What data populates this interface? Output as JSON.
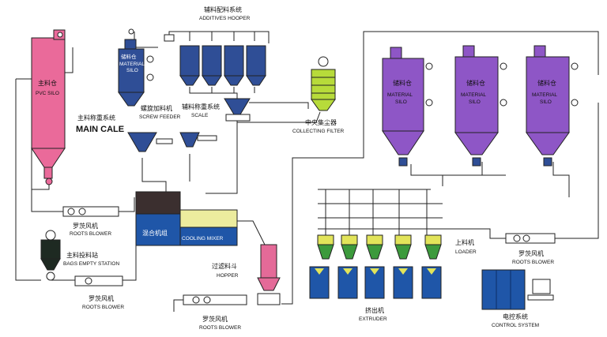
{
  "colors": {
    "pvc_silo": "#ea6a9a",
    "material_silo": "#8e56c6",
    "additive_silo": "#2f4e96",
    "hopper_yellow": "#b7db3a",
    "mixer_blue": "#1f56a8",
    "mixer_dark": "#3b2f2f",
    "cooling_yellow": "#ecec9e",
    "loader_yellow": "#e2e45a",
    "loader_green": "#3c9a3c",
    "extruder_blue": "#1f56a8",
    "hopper_pink": "#e46a98",
    "bag_station": "#1e2a22",
    "control_blue": "#1f56a8"
  },
  "labels": {
    "additives_cn": "辅料配料系统",
    "additives_en": "ADDITIVES HOOPER",
    "pvc_silo_cn": "主料仓",
    "pvc_silo_en": "PVC SILO",
    "silo_small_cn": "储料仓",
    "silo_small_en_1": "MATERIAL",
    "silo_small_en_2": "SILO",
    "main_scale_cn": "主料称重系统",
    "main_scale_en": "MAIN CALE",
    "screw_feeder_cn": "螺旋加料机",
    "screw_feeder_en": "SCREW FEEDER",
    "scale_cn": "辅料称重系统",
    "scale_en": "SCALE",
    "filter_cn": "中央集尘器",
    "filter_en": "COLLECTING FILTER",
    "material_silo_cn": "储料仓",
    "material_silo_en_1": "MATERIAL",
    "material_silo_en_2": "SILO",
    "mixer_cn": "混合机组",
    "cooling_en": "COOLING MIXER",
    "roots_cn": "罗茨风机",
    "roots_en": "ROOTS BLOWER",
    "bags_cn": "主料投料站",
    "bags_en": "BAGS EMPTY STATION",
    "hopper_cn": "过滤料斗",
    "hopper_en": "HOPPER",
    "loader_cn": "上料机",
    "loader_en": "LOADER",
    "extruder_cn": "挤出机",
    "extruder_en": "EXTRUDER",
    "control_cn": "电控系统",
    "control_en": "CONTROL SYSTEM"
  },
  "material_silos": [
    {
      "id": "silo-1"
    },
    {
      "id": "silo-2"
    },
    {
      "id": "silo-3"
    }
  ],
  "additive_hoppers": [
    {
      "id": "additive-1"
    },
    {
      "id": "additive-2"
    },
    {
      "id": "additive-3"
    },
    {
      "id": "additive-4"
    }
  ],
  "extruders": [
    {
      "id": "extruder-1"
    },
    {
      "id": "extruder-2"
    },
    {
      "id": "extruder-3"
    },
    {
      "id": "extruder-4"
    },
    {
      "id": "extruder-5"
    }
  ]
}
